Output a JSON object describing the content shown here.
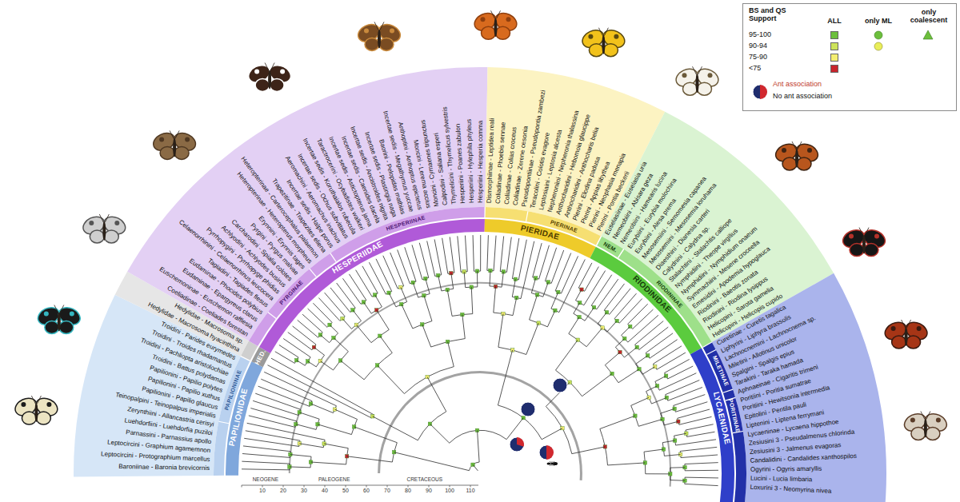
{
  "diagram": {
    "labels": [
      "Baroniinae - Baronia brevicornis",
      "Leptocircini - Protographium marcellus",
      "Leptocircini - Graphium agamemnon",
      "Parnassini - Parnassius apollo",
      "Luehdorfiini - Luehdorfia puziloi",
      "Zerynthiini - Allancastria cerisyi",
      "Teinopalpini - Teinopalpus imperialis",
      "Papilionini - Papilio glaucus",
      "Papilionini - Papilio xuthus",
      "Papilionini - Papilio polytes",
      "Troidini - Battus polydamas",
      "Troidini - Pachliopta aristolochiae",
      "Troidini - Troides rhadamantus",
      "Troidini - Parides eurymedes",
      "Hedylidae - Macrosoma hyacinthina",
      "Hedylidae - Macrosoma sp.",
      "Coeliadinae - Coeliades forestan",
      "Euschemoninae - Euschemon rafflesia",
      "Eudaminae - Epargyreus clarus",
      "Eudaminae - Phocides polybius",
      "Tagiadini - Tagiades flesus",
      "Celaenorrhinini - Celaenorrhinus leucocera",
      "Pyrrhopygini - Pyrrhopyge phidias",
      "Achlyodini - Achlyodes busirus",
      "Carcharodini - Spialia colotes",
      "Pyrgini - Pyrgus malvae",
      "Erynnini - Erynnis tages",
      "Heteropterinae - Heteropterus morpheus",
      "Heteropterinae - Carterocephalus palaemon",
      "Trapezitinae - Trapezites eliena",
      "Incertae sedis - Halpe porus",
      "Aeromachini - Aeromachus inachus",
      "Incertae sedis - Ochus subvittatus",
      "Incertae sedis - Koruthaialos rubecula",
      "Taractrocerini - Ocybadistes walkeri",
      "Incertae sedis - Astictopterus jama",
      "Incertae sedis - Caenides dacela",
      "Incertae sedis - Ancistroides nigrita",
      "Incertae sedis - Plastingia naga",
      "Baorini - Pelopidas mathias",
      "Incertae sedis - Megathymus yuccae",
      "Anthoptini - Anthoptus epictetus",
      "Moncini - Lerema accius",
      "Moncini - Cymaenes tripunctus",
      "Calpodini - Saliana esperi",
      "Thymelicini - Thymelicus sylvestris",
      "Hesperiini - Poanes zabulon",
      "Hesperiini - Hylephila phyleus",
      "Hesperiini - Hesperia comma",
      "Dismorphiinae - Leptidea reali",
      "Coliadinae - Phoebis sennae",
      "Coliadinae - Colias croceus",
      "Coliadinae - Zerene cesonia",
      "Pseudopontiinae - Pseudopontia zambezi",
      "Teracolini - Colotis evagore",
      "Leptosiaini - Leptosia alcesta",
      "Nepheroniini - Nepheronia thalassina",
      "Anthocharidini - Hebomoia glaucippe",
      "Anthocharidini - Anthocharis belia",
      "Pierini - Elodina padusa",
      "Pierini - Appias libythea",
      "Pierini - Neophasia menapia",
      "Pierini - Pontia beckerii",
      "Euselasiinae - Euselasia uria",
      "Nemeobiini - Abisara geza",
      "Nemeobiini - Hamearis lucina",
      "Eurybiini - Eurybia molochina",
      "Eurybiini - Alesa prema",
      "Mesosemiini - Semomesia capanea",
      "Mesosemiini - Mesosemia loruhama",
      "Diaesthini - Dianesia carteri",
      "Calydnini - Calydna sp.",
      "Stalachtini - Stalachtis calliope",
      "Nymphidiini - Theope virgilius",
      "Nymphidiini - Nymphidium onaeum",
      "Symmachiini - Mesene croceella",
      "Emesidini - Apodemia hypoglauca",
      "Riodinini - Baeotis zonata",
      "Riodinini - Riodina lysippus",
      "Helicopini - Sarota gamelia",
      "Helicopini - Helicopis cupido",
      "Curetinae - Curetis tagalica",
      "Liphyrini - Liphyra brassolis",
      "Lachnocnemini - Lachnocnema sp.",
      "Miletini - Allotinus unicolor",
      "Spalgini - Spalgis epius",
      "Tarakini - Taraka hamada",
      "Aphnaeinae - Cigaritis trimeni",
      "Poritiini - Poritia sumatrae",
      "Poritiini - Hewitsonia intermedia",
      "Epitolini - Pentila pauli",
      "Liptenini - Liptena ferrymani",
      "Lycaeninae - Lycaena hippothoe",
      "Zesiusini 3 - Pseudalmenus chlorinda",
      "Zesiusini 3 - Jalmenus evagoras",
      "Candalidini - Candalides xanthospilos",
      "Ogyrini - Ogyris amaryllis",
      "Lucini - Lucia limbaria",
      "Loxurini 3 - Neomyrina nivea",
      "PAPILIONIDAE",
      "HED.",
      "HESPERIIDAE",
      "PIERIDAE",
      "RIODINIDAE",
      "LYCAENIDAE",
      "PAPILIONINAE",
      "PYRGINAE",
      "HESPERIINAE",
      "PIERINAE",
      "NEM.",
      "RIODININAE",
      "MILETINAE",
      "PORITIINAE",
      "NEOGENE",
      "PALEOGENE",
      "CRETACEOUS",
      "10",
      "20",
      "30",
      "40",
      "50",
      "60",
      "70",
      "80",
      "90",
      "100",
      "110",
      "BS and QS Support",
      "ALL",
      "only ML",
      "only coalescent"
    ],
    "legend": [
      {
        "text": "95-100",
        "color": "#6cbf3c"
      },
      {
        "text": "90-94",
        "color": "#cde35a"
      },
      {
        "text": "75-90",
        "color": "#f4ee72"
      },
      {
        "text": "<75",
        "color": "#c8252c"
      },
      {
        "text": "Ant association"
      },
      {
        "text": "No ant association"
      }
    ]
  }
}
